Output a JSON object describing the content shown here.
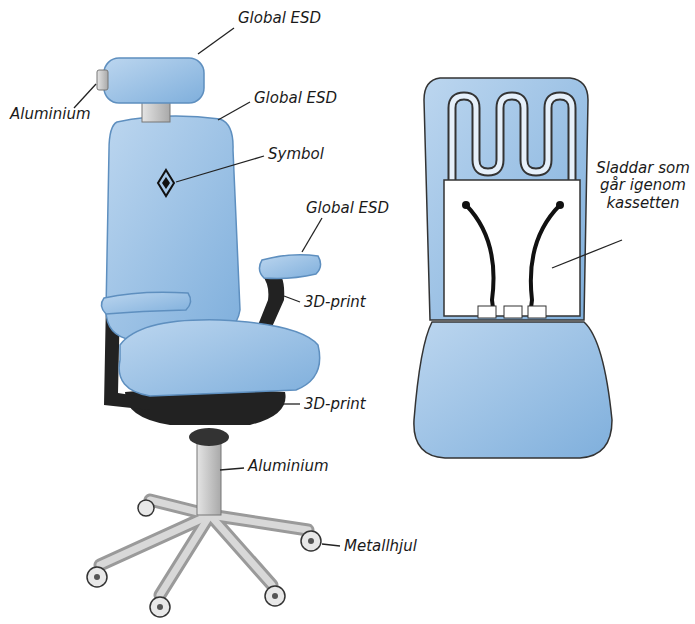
{
  "diagram": {
    "labels": [
      "Global ESD",
      "Aluminium",
      "Global ESD",
      "Symbol",
      "Sladdar som går igenom kassetten",
      "Global ESD",
      "3D-print",
      "3D-print",
      "Aluminium",
      "Metallhjul"
    ]
  }
}
